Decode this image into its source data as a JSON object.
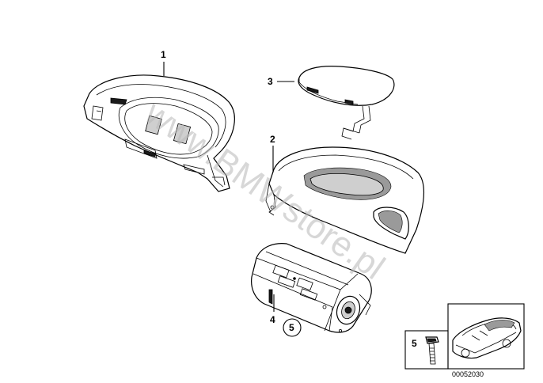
{
  "diagram": {
    "callouts": [
      {
        "id": "1",
        "text": "1"
      },
      {
        "id": "2",
        "text": "2"
      },
      {
        "id": "3",
        "text": "3"
      },
      {
        "id": "4",
        "text": "4"
      },
      {
        "id": "5",
        "text": "5"
      }
    ],
    "circled_ref": "5",
    "inset": {
      "callout": "5",
      "drawing_number": "00052030"
    },
    "watermark": "www.BMWstore.pl"
  }
}
